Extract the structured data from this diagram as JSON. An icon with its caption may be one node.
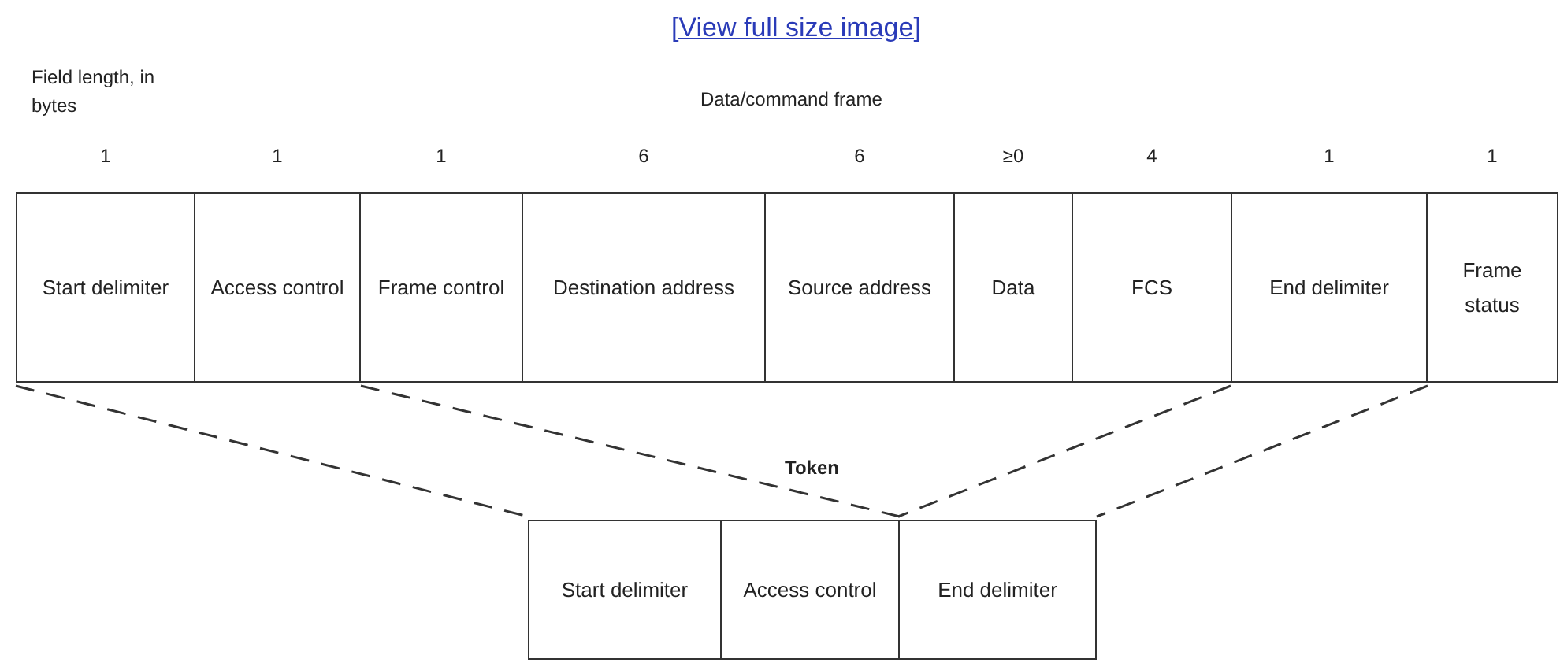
{
  "diagram": {
    "nodes": [
      {
        "text": [
          "Start delimiter"
        ],
        "beside": [
          "1"
        ]
      },
      {
        "text": [
          "Access control"
        ],
        "beside": [
          "1"
        ]
      },
      {
        "text": [
          "Frame control"
        ],
        "beside": [
          "1"
        ]
      },
      {
        "text": [
          "Destination address"
        ],
        "beside": [
          "6"
        ]
      },
      {
        "text": [
          "Source address"
        ],
        "beside": [
          "6"
        ]
      },
      {
        "text": [
          "Data"
        ],
        "beside": [
          "≥0"
        ]
      },
      {
        "text": [
          "FCS"
        ],
        "beside": [
          "4"
        ]
      },
      {
        "text": [
          "End delimiter"
        ],
        "beside": [
          "1"
        ]
      },
      {
        "text": [
          "Frame status"
        ],
        "beside": [
          "1"
        ]
      },
      {
        "text": [
          "Start delimiter"
        ]
      },
      {
        "text": [
          "Access control"
        ]
      },
      {
        "text": [
          "End delimiter"
        ]
      }
    ],
    "edges": [
      {
        "from": 0,
        "to": 9,
        "arrow": "none",
        "style": "dashed"
      },
      {
        "from": 1,
        "to": 10,
        "arrow": "none",
        "style": "dashed"
      },
      {
        "from": 7,
        "to": 11,
        "arrow": "none",
        "style": "dashed"
      },
      {
        "from": 7,
        "to": 11,
        "arrow": "none",
        "style": "dashed"
      }
    ],
    "labels": [
      "[View full size image]",
      "Field length, in bytes",
      "Data/command frame",
      "Token"
    ]
  }
}
